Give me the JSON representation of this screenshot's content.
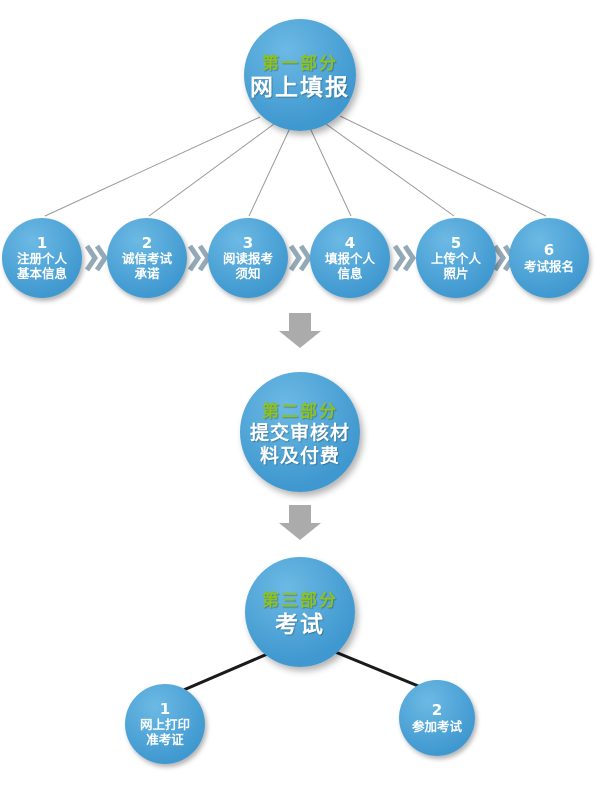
{
  "palette": {
    "blue": "#3f98cf",
    "blue_light": "#6cb9e4",
    "green": "#8dc21f",
    "line_gray": "#9a9a9a",
    "arrow_gray": "#ababab",
    "chevron_gray": "#93a9b8",
    "black_line": "#1a1a1a"
  },
  "part1": {
    "title_top": "第一部分",
    "title_main": "网上填报",
    "steps": [
      {
        "num": "1",
        "label": "注册个人\n基本信息"
      },
      {
        "num": "2",
        "label": "诚信考试\n承诺"
      },
      {
        "num": "3",
        "label": "阅读报考\n须知"
      },
      {
        "num": "4",
        "label": "填报个人\n信息"
      },
      {
        "num": "5",
        "label": "上传个人\n照片"
      },
      {
        "num": "6",
        "label": "考试报名"
      }
    ]
  },
  "part2": {
    "title_top": "第二部分",
    "title_main": "提交审核材\n料及付费"
  },
  "part3": {
    "title_top": "第三部分",
    "title_main": "考试",
    "steps": [
      {
        "num": "1",
        "label": "网上打印\n准考证"
      },
      {
        "num": "2",
        "label": "参加考试"
      }
    ]
  }
}
